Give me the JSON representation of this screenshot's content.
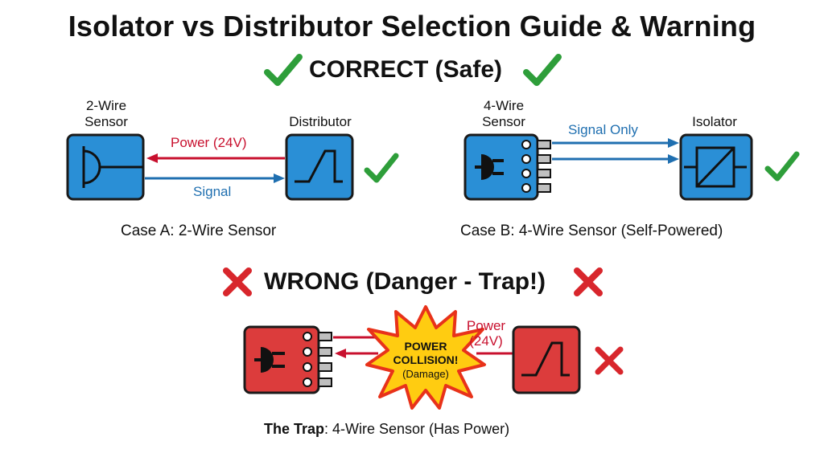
{
  "title": "Isolator vs Distributor Selection Guide & Warning",
  "correct": {
    "heading": "CORRECT (Safe)",
    "icon": "check-icon",
    "color": "#2e9e3a"
  },
  "case_a": {
    "sensor_label_line1": "2-Wire",
    "sensor_label_line2": "Sensor",
    "device_label": "Distributor",
    "power_label": "Power (24V)",
    "signal_label": "Signal",
    "caption": "Case A: 2-Wire Sensor"
  },
  "case_b": {
    "sensor_label_line1": "4-Wire",
    "sensor_label_line2": "Sensor",
    "device_label": "Isolator",
    "signal_label": "Signal Only",
    "caption": "Case B: 4-Wire Sensor (Self-Powered)"
  },
  "wrong": {
    "heading": "WRONG (Danger - Trap!)",
    "icon": "x-icon",
    "color": "#d8262c"
  },
  "trap": {
    "power_label_line1": "Power",
    "power_label_line2": "(24V)",
    "burst_line1": "POWER",
    "burst_line2": "COLLISION!",
    "burst_line3": "(Damage)",
    "caption_bold": "The Trap",
    "caption_rest": ": 4-Wire Sensor (Has Power)"
  },
  "colors": {
    "blue_fill": "#2a8fd6",
    "red_fill": "#dc3c3c",
    "outline": "#1a1a1a",
    "power_red": "#c8102e",
    "signal_blue": "#1f6fb0",
    "burst_yellow": "#ffcc11",
    "burst_outline": "#e8321a"
  }
}
